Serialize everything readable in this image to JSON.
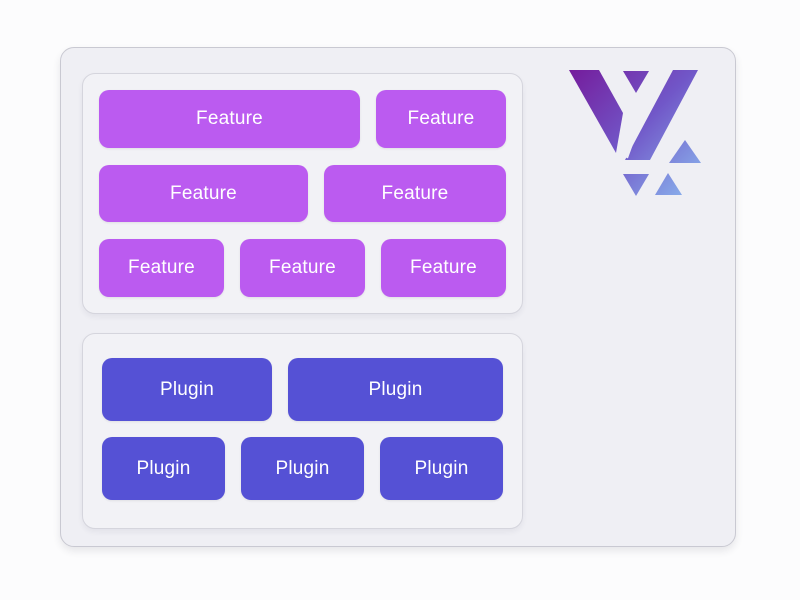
{
  "colors": {
    "page_bg": "#fcfcfd",
    "container_bg": "#efeff4",
    "card_bg": "#f2f2f6",
    "feature": "#bb5bf0",
    "plugin": "#5551d5",
    "logo_gradient_start": "#751b9b",
    "logo_gradient_mid": "#7157c8",
    "logo_gradient_end": "#8cbbf0"
  },
  "features": {
    "items": [
      "Feature",
      "Feature",
      "Feature",
      "Feature",
      "Feature",
      "Feature",
      "Feature"
    ]
  },
  "plugins": {
    "items": [
      "Plugin",
      "Plugin",
      "Plugin",
      "Plugin",
      "Plugin"
    ]
  }
}
